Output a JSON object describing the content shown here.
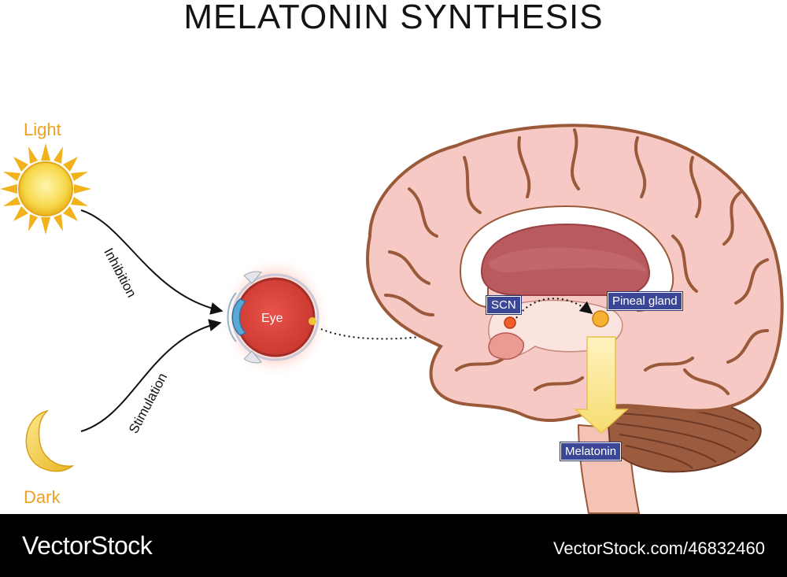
{
  "title": "MELATONIN SYNTHESIS",
  "labels": {
    "light": "Light",
    "dark": "Dark",
    "inhibition": "Inhibition",
    "stimulation": "Stimulation",
    "eye": "Eye",
    "scn": "SCN",
    "pineal": "Pineal gland",
    "melatonin": "Melatonin"
  },
  "footer": {
    "brand": "VectorStock",
    "stock_id": "VectorStock.com/46832460"
  },
  "colors": {
    "label_orange": "#f0a020",
    "tag_blue": "#3b4796",
    "brain_fill": "#f7c9c4",
    "brain_outline": "#9a5a3a",
    "ventricle": "#b85a5e",
    "arrow_yellow": "#fbe58a"
  },
  "icons": [
    "sun-icon",
    "moon-icon",
    "eye-icon",
    "brain-icon"
  ]
}
